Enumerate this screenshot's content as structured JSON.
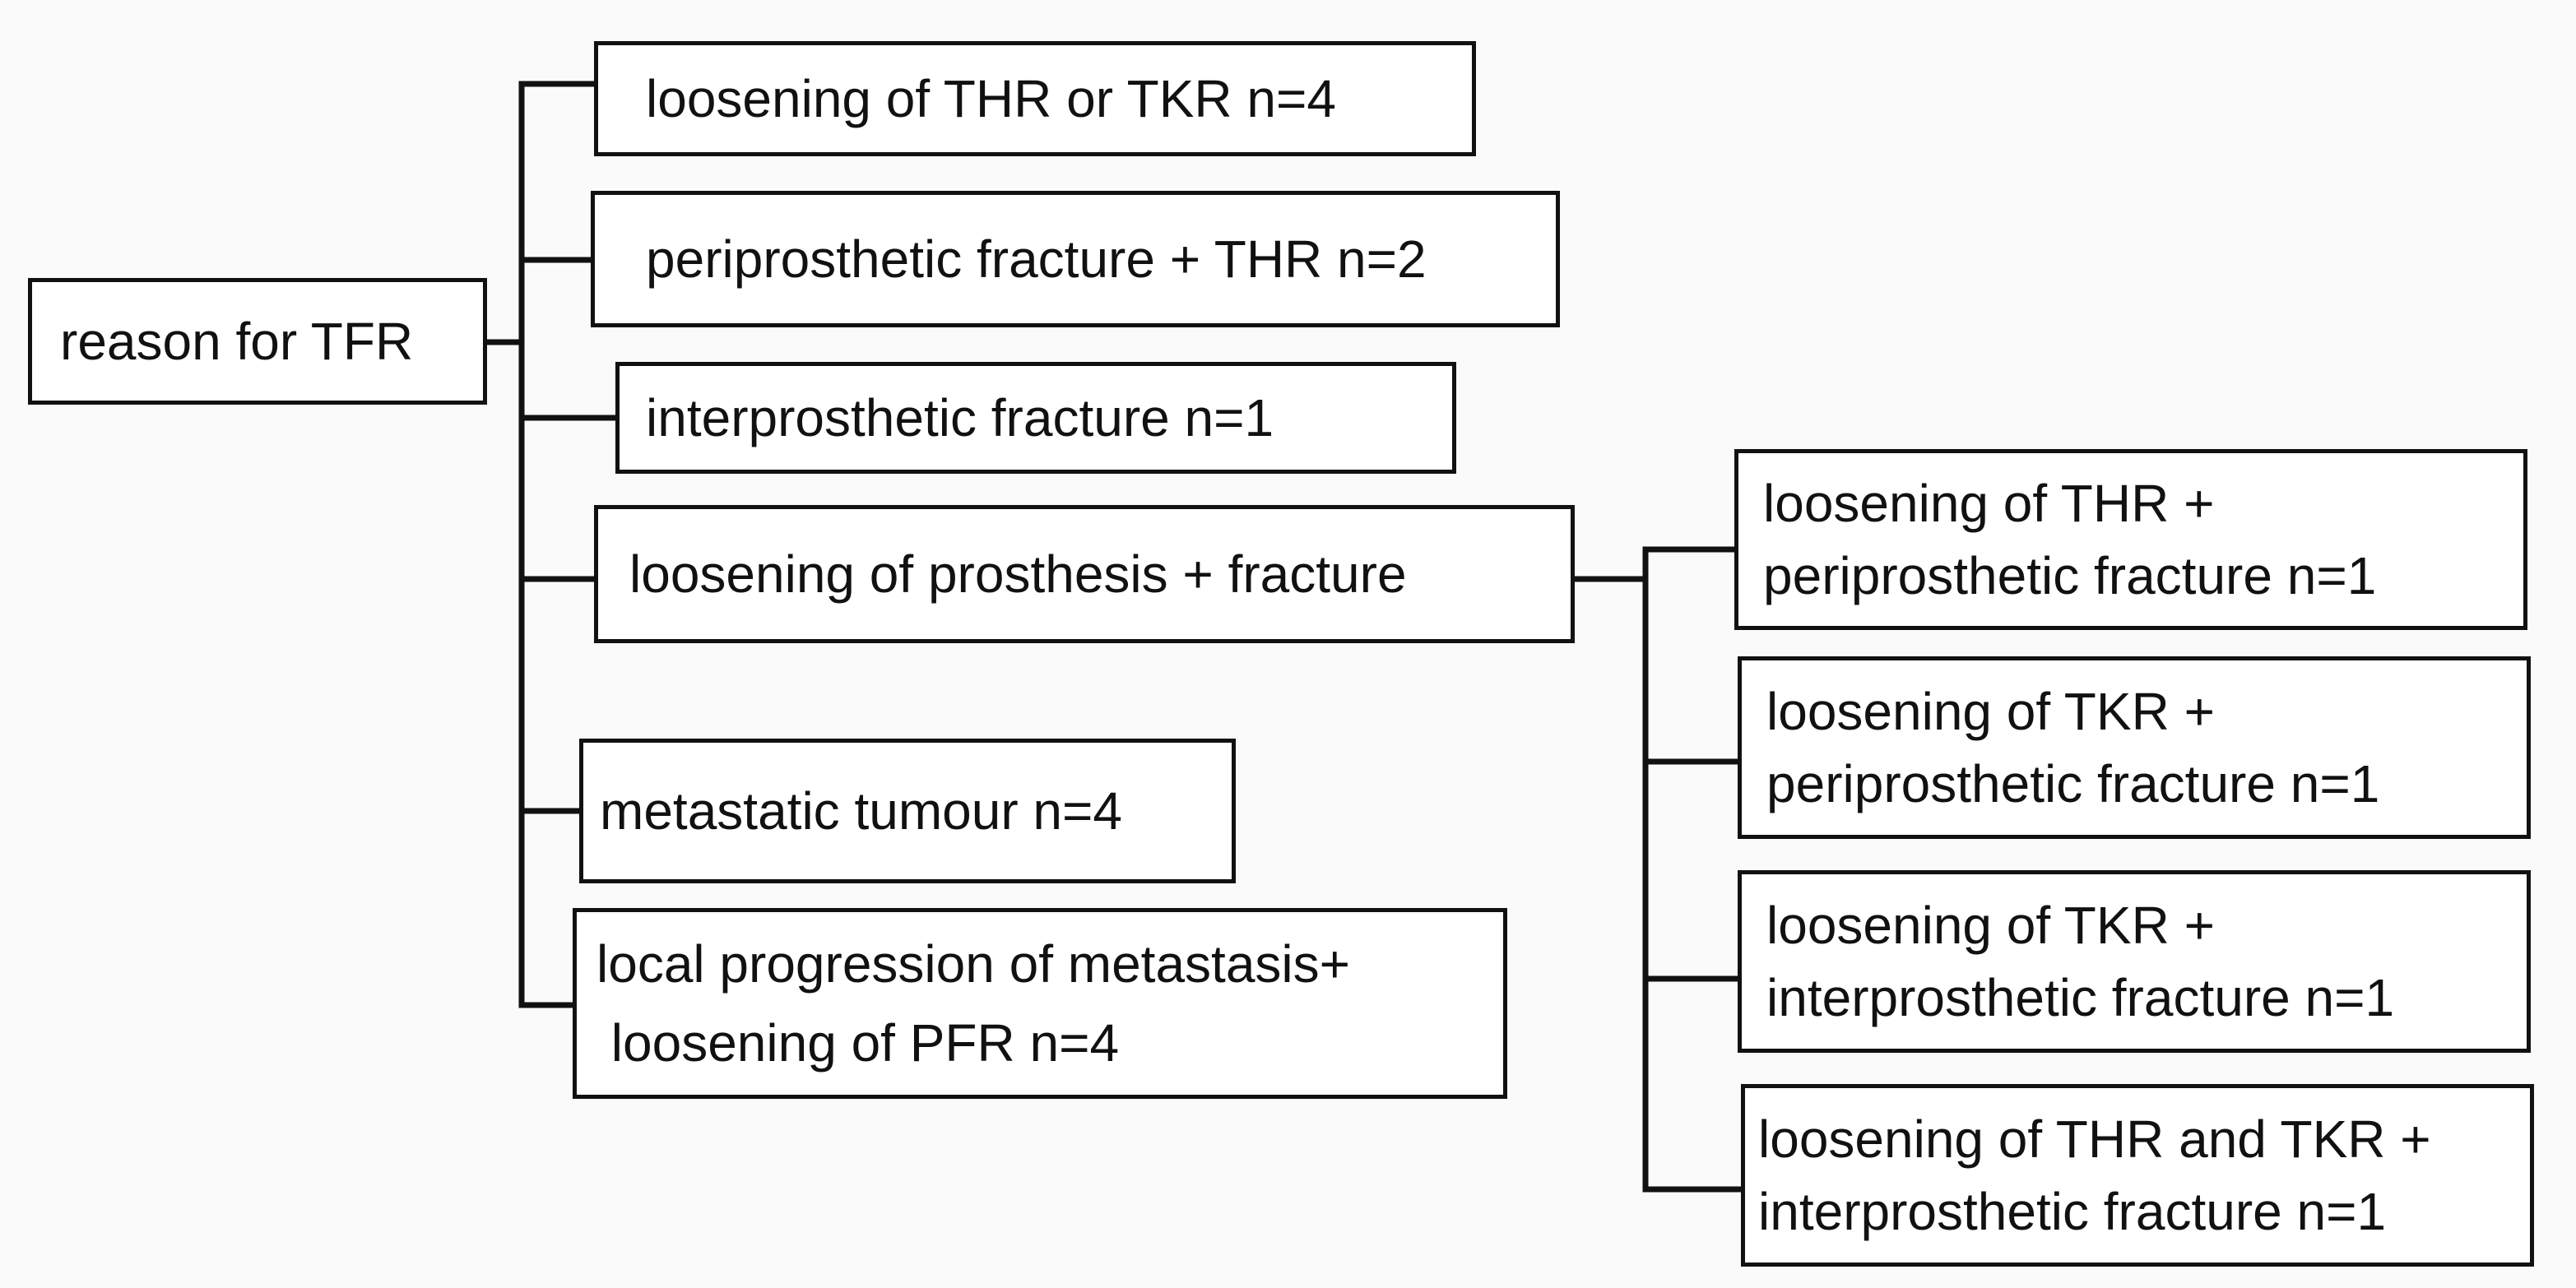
{
  "root": {
    "label": "reason for TFR"
  },
  "categories": [
    {
      "label": "loosening of THR or TKR n=4"
    },
    {
      "label": "periprosthetic fracture + THR n=2"
    },
    {
      "label": "interprosthetic fracture n=1"
    },
    {
      "label": "loosening of prosthesis + fracture"
    },
    {
      "label": "metastatic tumour n=4"
    },
    {
      "label_lines": [
        "local progression of metastasis+",
        " loosening of PFR n=4"
      ]
    }
  ],
  "subcategories": [
    {
      "label_lines": [
        "loosening of THR +",
        "periprosthetic fracture n=1"
      ]
    },
    {
      "label_lines": [
        "loosening of TKR +",
        "periprosthetic fracture n=1"
      ]
    },
    {
      "label_lines": [
        "loosening of TKR +",
        "interprosthetic fracture n=1"
      ]
    },
    {
      "label_lines": [
        "loosening of THR and TKR +",
        "interprosthetic fracture n=1"
      ]
    }
  ]
}
